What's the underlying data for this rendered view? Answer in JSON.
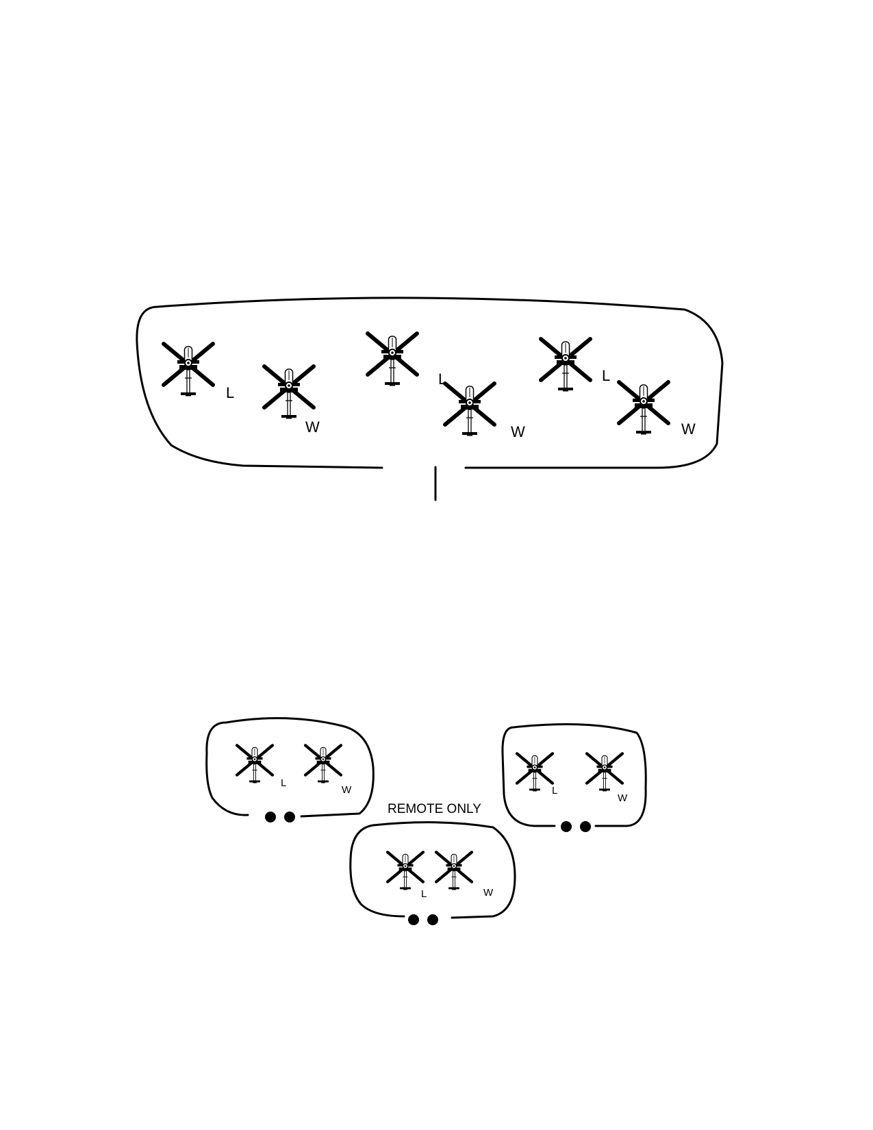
{
  "large_group": {
    "helicopters": [
      {
        "role": "L",
        "label": "L"
      },
      {
        "role": "W",
        "label": "W"
      },
      {
        "role": "L",
        "label": "L"
      },
      {
        "role": "W",
        "label": "W"
      },
      {
        "role": "L",
        "label": "L"
      },
      {
        "role": "W",
        "label": "W"
      }
    ]
  },
  "small_groups": [
    {
      "lead_label": "L",
      "wing_label": "W",
      "dots": 2
    },
    {
      "lead_label": "L",
      "wing_label": "W",
      "dots": 2
    },
    {
      "lead_label": "L",
      "wing_label": "W",
      "dots": 2
    }
  ],
  "remote_caption": "REMOTE ONLY",
  "icon": "helicopter-icon",
  "colors": {
    "ink": "#000000",
    "background": "#ffffff"
  }
}
